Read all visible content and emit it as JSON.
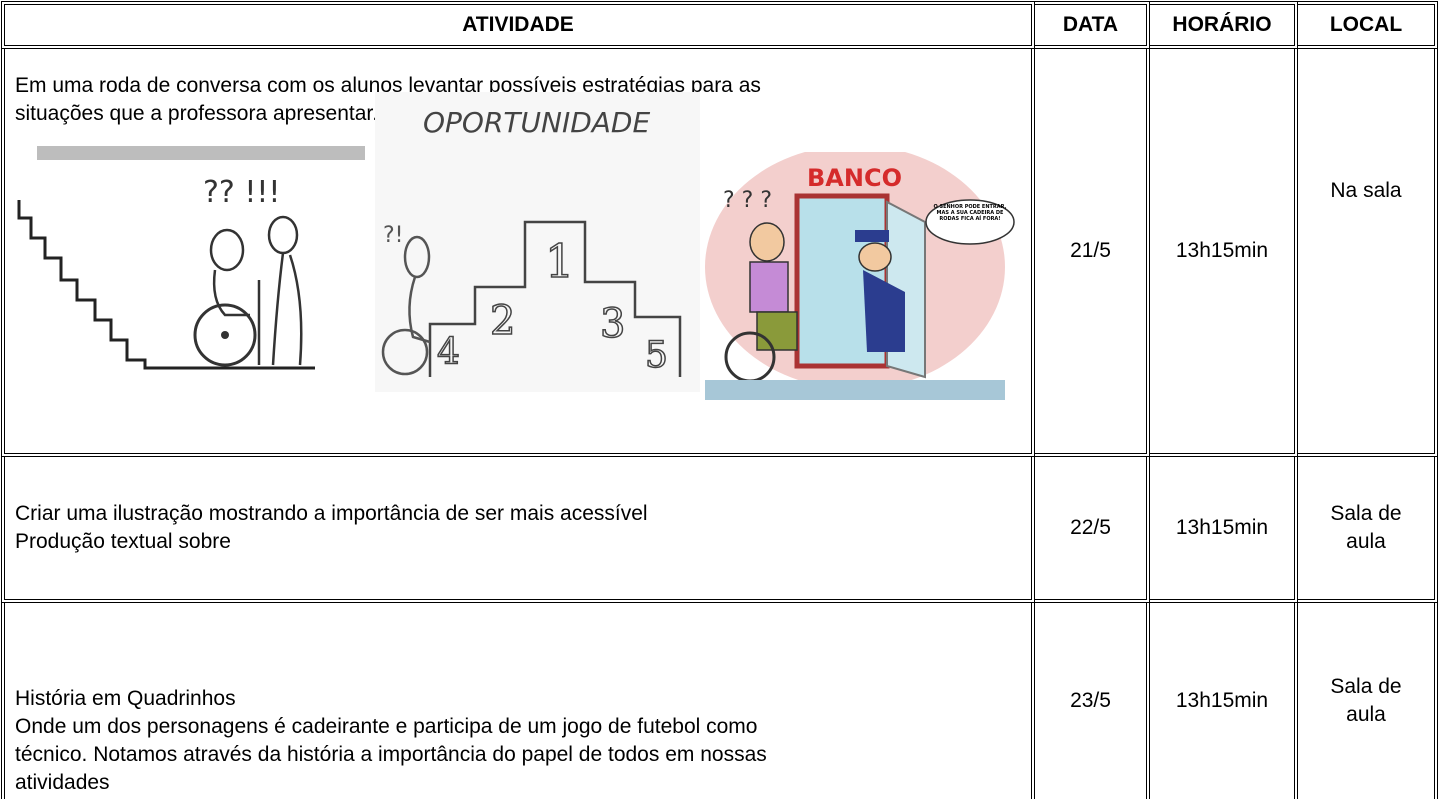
{
  "headers": {
    "activity": "ATIVIDADE",
    "date": "DATA",
    "time": "HORÁRIO",
    "place": "LOCAL"
  },
  "rows": [
    {
      "activity_lines": [
        "Em uma roda de conversa com os alunos levantar possíveis estratégias para as",
        "situações que a professora apresentar. Exemplos:"
      ],
      "date": "21/5",
      "time": "13h15min",
      "place": "Na sala",
      "cartoons": {
        "cartoon1_text": "?? !!!",
        "cartoon2_title": "OPORTUNIDADE",
        "cartoon2_podium": [
          "1",
          "2",
          "3",
          "4",
          "5"
        ],
        "cartoon3_sign": "BANCO",
        "cartoon3_bubble": "O SENHOR PODE ENTRAR, MAS A SUA CADEIRA DE RODAS FICA AÍ FORA!"
      }
    },
    {
      "activity_lines": [
        "Criar uma ilustração mostrando a importância de ser mais acessível",
        "Produção textual sobre"
      ],
      "date": "22/5",
      "time": "13h15min",
      "place_lines": [
        "Sala de",
        "aula"
      ]
    },
    {
      "activity_lines": [
        "História em Quadrinhos",
        "Onde um dos personagens é cadeirante e participa de um jogo de futebol como",
        "técnico. Notamos através da história a importância do papel de todos em nossas",
        "atividades"
      ],
      "date": "23/5",
      "time": "13h15min",
      "place_lines": [
        "Sala de",
        "aula"
      ]
    }
  ]
}
